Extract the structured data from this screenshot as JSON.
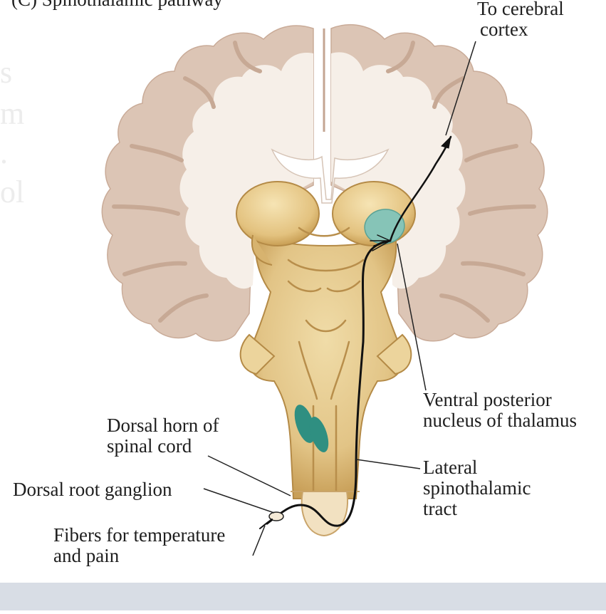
{
  "header": {
    "cut_text": "(C) Spinothalamic pathway"
  },
  "labels": {
    "to_cortex": [
      "To cerebral",
      "cortex"
    ],
    "vpn": [
      "Ventral posterior",
      "nucleus of thalamus"
    ],
    "dorsal_horn": [
      "Dorsal horn of",
      "spinal cord"
    ],
    "lateral_tract": [
      "Lateral",
      "spinothalamic",
      "tract"
    ],
    "drg": [
      "Dorsal root ganglion"
    ],
    "fibers": [
      "Fibers for temperature",
      "and pain"
    ]
  },
  "colors": {
    "cortex_gray": "#dcc7b8",
    "white_matter": "#f4ede6",
    "brainstem": "#e4c88e",
    "brainstem_dark": "#c9a45c",
    "nucleus": "#7fbfb2",
    "tract_teal": "#2e8f80",
    "strip": "#d8dde5"
  }
}
